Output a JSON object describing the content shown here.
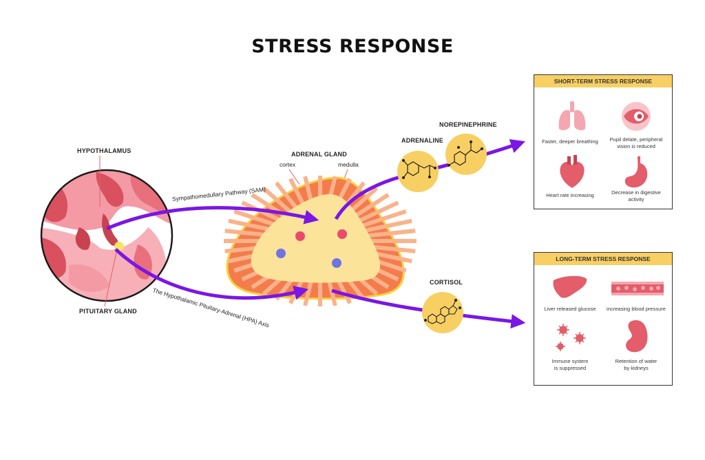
{
  "title": "STRESS RESPONSE",
  "labels": {
    "hypothalamus": "HYPOTHALAMUS",
    "pituitary": "PITUITARY GLAND",
    "adrenal": "ADRENAL GLAND",
    "cortex": "cortex",
    "medulla": "medulla",
    "adrenaline": "ADRENALINE",
    "norepinephrine": "NOREPINEPHRINE",
    "cortisol": "CORTISOL",
    "sam": "Sympathomedullary Pathway (SAM)",
    "hpa": "The Hypothalamic Pituitary-Adrenal (HPA) Axis"
  },
  "short_term": {
    "header": "SHORT-TERM STRESS RESPONSE",
    "items": [
      {
        "icon": "lungs-icon",
        "caption": "Faster, deeper breathing"
      },
      {
        "icon": "eye-icon",
        "caption": "Pupil delate, peripheral\nvision is reduced"
      },
      {
        "icon": "heart-icon",
        "caption": "Heart rate increasing"
      },
      {
        "icon": "stomach-icon",
        "caption": "Decrease in digestive\nactivity"
      }
    ]
  },
  "long_term": {
    "header": "LONG-TERM STRESS RESPONSE",
    "items": [
      {
        "icon": "liver-icon",
        "caption": "Liver released glucose"
      },
      {
        "icon": "blood-vessel-icon",
        "caption": "increasing blood pressure"
      },
      {
        "icon": "virus-icon",
        "caption": "Immune system\nis suppressed"
      },
      {
        "icon": "kidney-icon",
        "caption": "Retention of water\nby kidneys"
      }
    ]
  },
  "colors": {
    "arrow": "#7a16e6",
    "hormone": "#f7cf63",
    "adrenal_outer": "#f47c4c",
    "adrenal_inner": "#fbe39a",
    "organ": "#e35d6a",
    "brain": "#f39aa5"
  }
}
